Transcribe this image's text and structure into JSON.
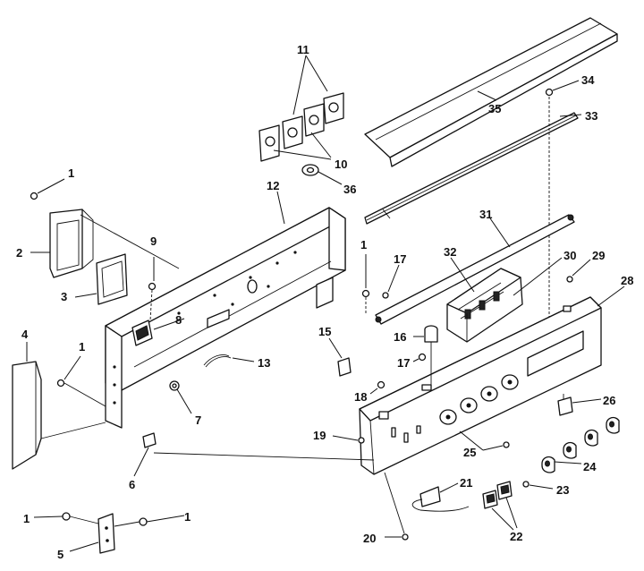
{
  "callouts": [
    {
      "id": "c1a",
      "text": "1"
    },
    {
      "id": "c1b",
      "text": "1"
    },
    {
      "id": "c1c",
      "text": "1"
    },
    {
      "id": "c1d",
      "text": "1"
    },
    {
      "id": "c1e",
      "text": "1"
    },
    {
      "id": "c2",
      "text": "2"
    },
    {
      "id": "c3",
      "text": "3"
    },
    {
      "id": "c4",
      "text": "4"
    },
    {
      "id": "c5",
      "text": "5"
    },
    {
      "id": "c6",
      "text": "6"
    },
    {
      "id": "c7",
      "text": "7"
    },
    {
      "id": "c8",
      "text": "8"
    },
    {
      "id": "c9",
      "text": "9"
    },
    {
      "id": "c10",
      "text": "10"
    },
    {
      "id": "c11",
      "text": "11"
    },
    {
      "id": "c12",
      "text": "12"
    },
    {
      "id": "c13",
      "text": "13"
    },
    {
      "id": "c15",
      "text": "15"
    },
    {
      "id": "c16",
      "text": "16"
    },
    {
      "id": "c17a",
      "text": "17"
    },
    {
      "id": "c17b",
      "text": "17"
    },
    {
      "id": "c18",
      "text": "18"
    },
    {
      "id": "c19",
      "text": "19"
    },
    {
      "id": "c20",
      "text": "20"
    },
    {
      "id": "c21",
      "text": "21"
    },
    {
      "id": "c22",
      "text": "22"
    },
    {
      "id": "c23",
      "text": "23"
    },
    {
      "id": "c24",
      "text": "24"
    },
    {
      "id": "c25",
      "text": "25"
    },
    {
      "id": "c26",
      "text": "26"
    },
    {
      "id": "c28",
      "text": "28"
    },
    {
      "id": "c29",
      "text": "29"
    },
    {
      "id": "c30",
      "text": "30"
    },
    {
      "id": "c31",
      "text": "31"
    },
    {
      "id": "c32",
      "text": "32"
    },
    {
      "id": "c33",
      "text": "33"
    },
    {
      "id": "c34",
      "text": "34"
    },
    {
      "id": "c35",
      "text": "35"
    },
    {
      "id": "c36",
      "text": "36"
    }
  ]
}
